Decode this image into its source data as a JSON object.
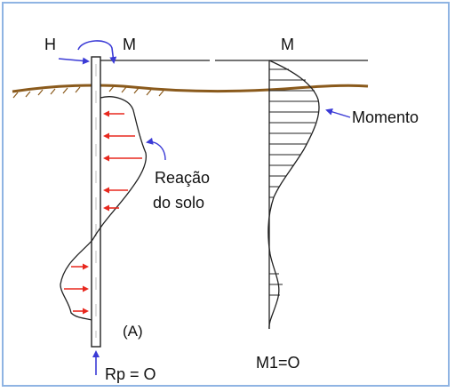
{
  "labels": {
    "h": "H",
    "m_left": "M",
    "m_right": "M",
    "soil_reaction_line1": "Reação",
    "soil_reaction_line2": "do solo",
    "moment": "Momento",
    "case": "(A)",
    "tip_reaction": "Rp = O",
    "m1": "M1=O"
  },
  "colors": {
    "frame_border": "#8fb4e3",
    "arrow_blue": "#3b3bd6",
    "reaction_red": "#e8281e",
    "ground_brown": "#8a5a1c",
    "line_dark": "#222222"
  },
  "icons": {
    "moment_symbol": "curved-arrow-icon",
    "force_arrow": "arrow-right-icon"
  }
}
